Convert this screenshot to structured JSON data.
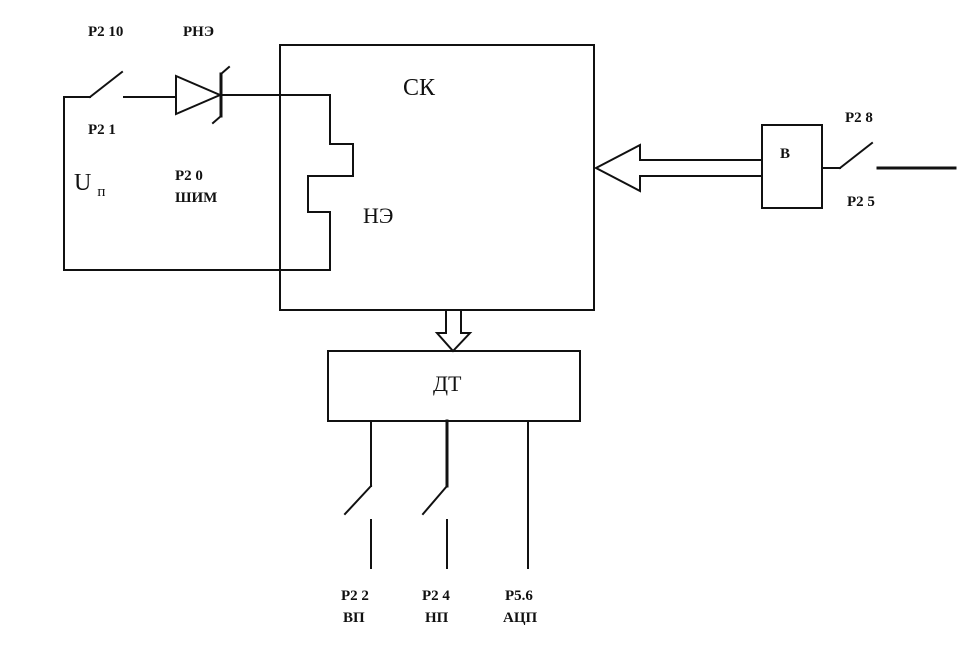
{
  "colors": {
    "ink": "#111111",
    "background": "#ffffff"
  },
  "labels": {
    "p2_10": "P2 10",
    "rne": "РНЭ",
    "p2_1": "P2 1",
    "un_main": "U",
    "un_sub": "п",
    "p2_0": "P2 0",
    "shim": "ШИМ",
    "sk": "СК",
    "ne": "НЭ",
    "b": "В",
    "p2_8": "P2 8",
    "p2_5": "P2 5",
    "dt": "ДТ",
    "p2_2": "P2 2",
    "vp": "ВП",
    "p2_4": "P2 4",
    "np": "НП",
    "p5_6": "P5.6",
    "acp": "АЦП"
  }
}
